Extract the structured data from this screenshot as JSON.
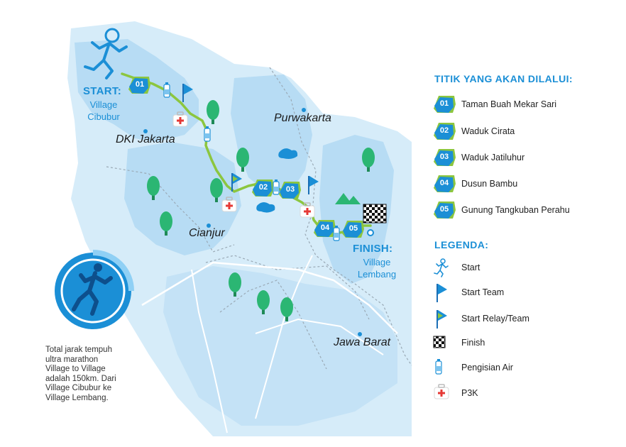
{
  "map": {
    "start_title": "START:",
    "start_place": [
      "Village",
      "Cibubur"
    ],
    "finish_title": "FINISH:",
    "finish_place": [
      "Village",
      "Lembang"
    ],
    "cities": [
      "DKI Jakarta",
      "Purwakarta",
      "Cianjur",
      "Jawa Barat"
    ],
    "checkpoints": [
      "01",
      "02",
      "03",
      "04",
      "05"
    ],
    "description": [
      "Total jarak tempuh",
      "ultra marathon",
      "Village to Village",
      "adalah 150km. Dari",
      "Village Cibubur ke",
      "Village Lembang."
    ]
  },
  "route_panel": {
    "title": "TITIK YANG AKAN DILALUI:",
    "items": [
      {
        "num": "01",
        "label": "Taman Buah Mekar Sari"
      },
      {
        "num": "02",
        "label": "Waduk Cirata"
      },
      {
        "num": "03",
        "label": "Waduk Jatiluhur"
      },
      {
        "num": "04",
        "label": "Dusun Bambu"
      },
      {
        "num": "05",
        "label": "Gunung Tangkuban Perahu"
      }
    ]
  },
  "legend": {
    "title": "LEGENDA:",
    "items": [
      {
        "icon": "runner-icon",
        "label": "Start"
      },
      {
        "icon": "start-team-flag-icon",
        "label": "Start Team"
      },
      {
        "icon": "relay-flag-icon",
        "label": "Start Relay/Team"
      },
      {
        "icon": "finish-flag-icon",
        "label": "Finish"
      },
      {
        "icon": "water-bottle-icon",
        "label": "Pengisian Air"
      },
      {
        "icon": "first-aid-icon",
        "label": "P3K"
      }
    ]
  },
  "colors": {
    "region_light": "#d6ecf9",
    "region_mid": "#b7dcf4",
    "accent_blue": "#1b8fd6",
    "route_green": "#8cc63f",
    "tree_green": "#2bb673"
  }
}
